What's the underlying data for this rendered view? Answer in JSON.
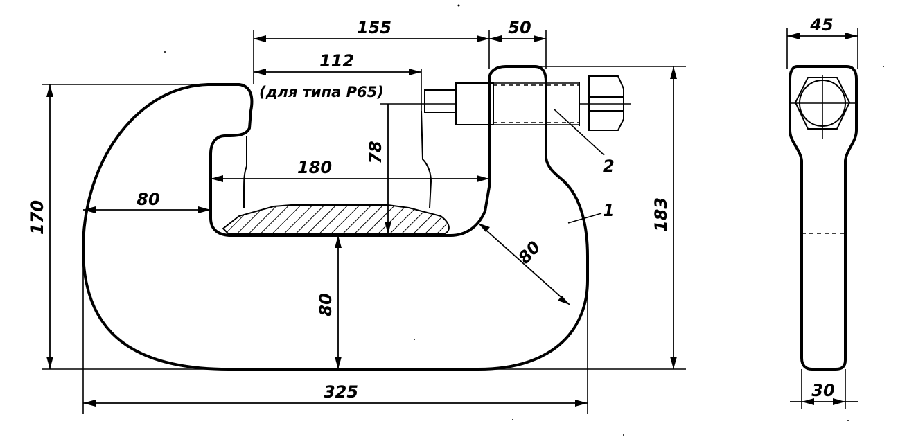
{
  "dimensions": {
    "d155": "155",
    "d50": "50",
    "d112": "112",
    "d180": "180",
    "d78": "78",
    "d80_left": "80",
    "d80_bottom": "80",
    "d80_diag": "80",
    "d170": "170",
    "d183": "183",
    "d325": "325",
    "d45": "45",
    "d30": "30"
  },
  "notes": {
    "rail_type": "(для типа Р65)"
  },
  "part_labels": {
    "body": "1",
    "screw": "2"
  }
}
